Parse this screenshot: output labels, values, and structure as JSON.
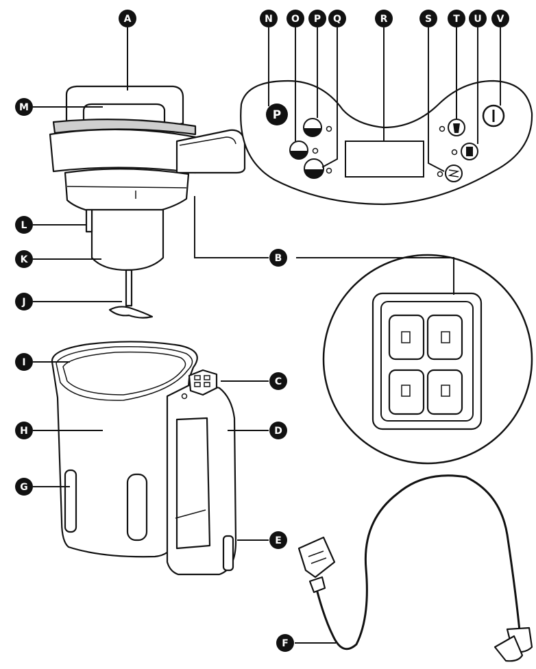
{
  "callouts": {
    "A": "A",
    "B": "B",
    "C": "C",
    "D": "D",
    "E": "E",
    "F": "F",
    "G": "G",
    "H": "H",
    "I": "I",
    "J": "J",
    "K": "K",
    "L": "L",
    "M": "M",
    "N": "N",
    "O": "O",
    "P": "P",
    "Q": "Q",
    "R": "R",
    "S": "S",
    "T": "T",
    "U": "U",
    "V": "V"
  },
  "control_panel": {
    "program_symbol": "P"
  },
  "icons": {
    "program": "program-icon",
    "soup_smooth": "smooth-soup-icon",
    "soup_chunky": "chunky-soup-icon",
    "blend": "blend-icon",
    "display": "display-screen",
    "pulse": "pulse-icon",
    "smoothie": "smoothie-icon",
    "keep_warm": "keep-warm-icon",
    "power": "power-icon"
  }
}
